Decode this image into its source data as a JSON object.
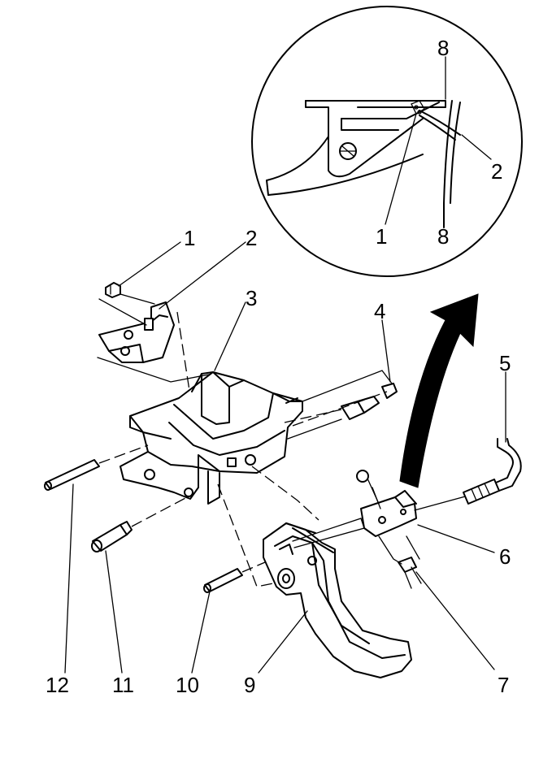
{
  "callouts": {
    "detail_8_top": "8",
    "detail_2": "2",
    "detail_1": "1",
    "detail_8_bottom": "8",
    "c1": "1",
    "c2": "2",
    "c3": "3",
    "c4": "4",
    "c5": "5",
    "c6": "6",
    "c7": "7",
    "c9": "9",
    "c10": "10",
    "c11": "11",
    "c12": "12"
  }
}
